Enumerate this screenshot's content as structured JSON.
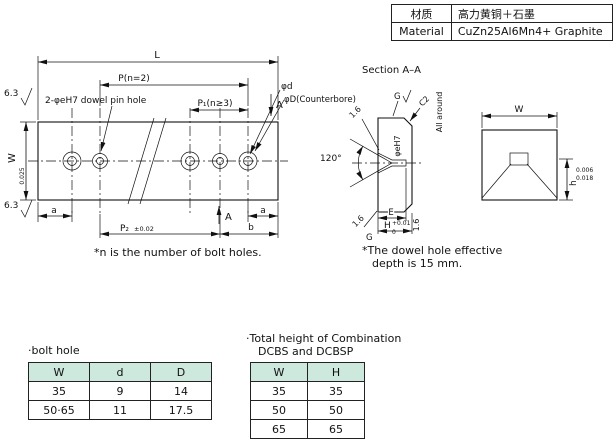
{
  "colors": {
    "header_bg": "#cde8dc",
    "plate_fill": "#b4b4b4"
  },
  "material_table": {
    "rows": [
      {
        "label": "材质",
        "value": "高力黄铜＋石墨"
      },
      {
        "label": "Material",
        "value": "CuZn25Al6Mn4+ Graphite"
      }
    ]
  },
  "main_view": {
    "dim_L": "L",
    "dim_P": "P(n=2)",
    "dowel_note": "2-φeH7 dowel pin hole",
    "dim_P1": "P₁(n≥3)",
    "dim_phi_d": "φd",
    "dim_counterbore": "φD(Counterbore)",
    "finish_top": "6.3",
    "finish_bottom": "6.3",
    "dim_W": "W",
    "dim_W_tol": "0.025",
    "dim_a_left": "a",
    "dim_a_right": "a",
    "dim_b": "b",
    "dim_P2": "P₂",
    "dim_P2_tol": "±0.02",
    "section_arrow_top": "A",
    "section_arrow_bottom": "A"
  },
  "section_view": {
    "title": "Section A–A",
    "g_top": "G",
    "c2": "C2",
    "all_around": "All around",
    "f_upper": "1.6",
    "f_lower": "1.6",
    "f_right": "1.6",
    "g_bottom": "G",
    "angle": "120°",
    "pin_dia": "φeH7",
    "dim_E": "E",
    "dim_H": "H",
    "dim_H_tol_sup": "+0.01",
    "dim_H_tol_sub": "0"
  },
  "top_view": {
    "dim_W": "W",
    "dim_h": "h",
    "h_tol_sup": "0.006",
    "h_tol_sub": "0.018"
  },
  "notes": {
    "note1": "*n is the number of bolt holes.",
    "note2_line1": "*The dowel hole effective",
    "note2_line2": "depth is 15 mm."
  },
  "bolt_hole_table": {
    "caption": "·bolt hole",
    "headers": [
      "W",
      "d",
      "D"
    ],
    "rows": [
      [
        "35",
        "9",
        "14"
      ],
      [
        "50·65",
        "11",
        "17.5"
      ]
    ]
  },
  "combo_table": {
    "caption_line1": "·Total height of Combination",
    "caption_line2": "DCBS and DCBSP",
    "headers": [
      "W",
      "H"
    ],
    "rows": [
      [
        "35",
        "35"
      ],
      [
        "50",
        "50"
      ],
      [
        "65",
        "65"
      ]
    ]
  }
}
